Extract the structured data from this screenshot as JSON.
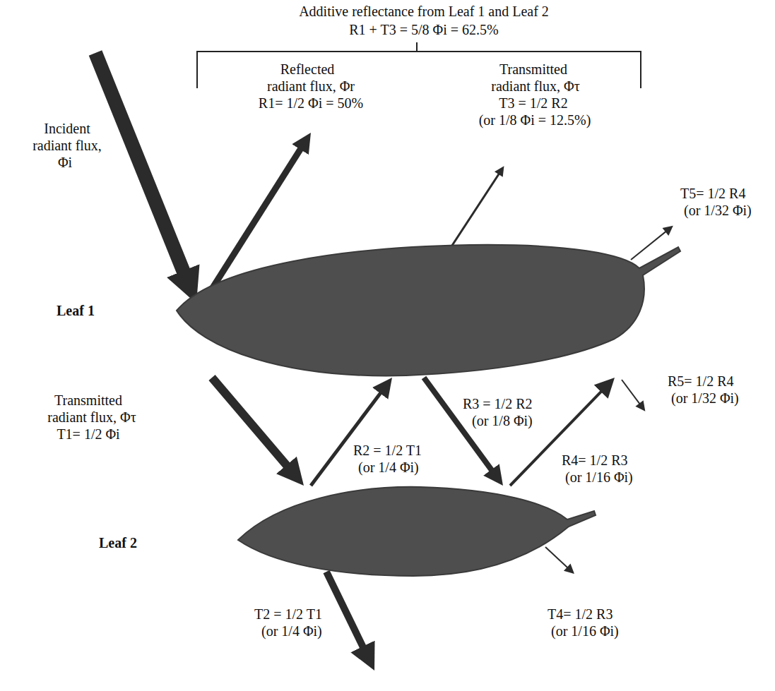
{
  "diagram": {
    "nodes": [
      {
        "text": [
          "Leaf 1"
        ]
      },
      {
        "text": [
          "Leaf 2"
        ]
      }
    ],
    "edges": [
      {
        "from": 0,
        "to": 1,
        "arrow": "to",
        "label": "T1= 1/2 Φi"
      },
      {
        "from": 1,
        "to": 0,
        "arrow": "to",
        "label": "R2 = 1/2 T1"
      },
      {
        "from": 0,
        "to": 1,
        "arrow": "to",
        "label": "R3 = 1/2 R2"
      },
      {
        "from": 1,
        "to": 0,
        "arrow": "to",
        "label": "R4= 1/2 R3"
      }
    ],
    "labels": [
      "Additive reflectance from Leaf 1 and Leaf 2",
      "R1 + T3 = 5/8 Φi = 62.5%",
      "Reflected",
      "radiant flux, Φr",
      "R1= 1/2 Φi = 50%",
      "Transmitted",
      "radiant flux, Φτ",
      "T3 = 1/2 R2",
      "(or 1/8 Φi = 12.5%)",
      "Incident",
      "radiant flux,",
      "Φi",
      "T5= 1/2 R4",
      "(or 1/32 Φi)",
      "Transmitted",
      "radiant flux, Φτ",
      "R5= 1/2 R4",
      "(or 1/32 Φi)",
      "(or 1/8 Φi)",
      "(or 1/4 Φi)",
      "(or 1/16 Φi)",
      "T2 = 1/2 T1",
      "(or 1/4 Φi)",
      "T4= 1/2 R3",
      "(or 1/16 Φi)"
    ]
  }
}
